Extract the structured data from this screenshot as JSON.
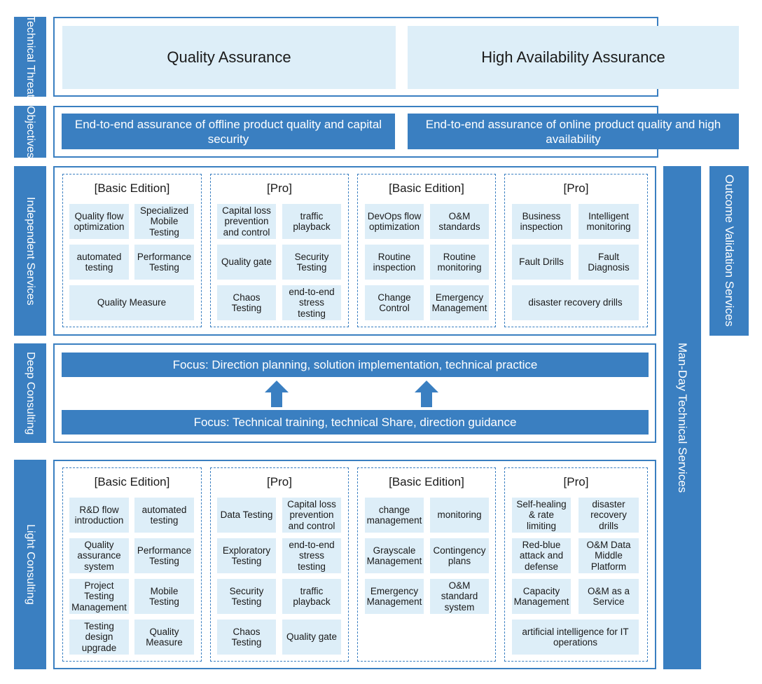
{
  "rows": {
    "technical_threat": "Technical Threat",
    "objectives": "Objectives",
    "independent_services": "Independent Services",
    "deep_consulting": "Deep Consulting",
    "light_consulting": "Light Consulting"
  },
  "right_labels": {
    "man_day": "Man-Day Technical Services",
    "outcome": "Outcome Validation Services"
  },
  "threats": [
    "Quality Assurance",
    "High Availability Assurance"
  ],
  "objectives": [
    "End-to-end assurance of offline product quality and capital security",
    "End-to-end assurance of online product quality and high availability"
  ],
  "independent": [
    {
      "title": "[Basic Edition]",
      "cells": [
        "Quality flow optimization",
        "Specialized Mobile Testing",
        "automated testing",
        "Performance Testing",
        "Quality Measure"
      ]
    },
    {
      "title": "[Pro]",
      "cells": [
        "Capital loss prevention and control",
        "traffic playback",
        "Quality gate",
        "Security Testing",
        "Chaos Testing",
        "end-to-end stress testing"
      ]
    },
    {
      "title": "[Basic Edition]",
      "cells": [
        "DevOps flow optimization",
        "O&M standards",
        "Routine inspection",
        "Routine monitoring",
        "Change Control",
        "Emergency Management"
      ]
    },
    {
      "title": "[Pro]",
      "cells": [
        "Business inspection",
        "Intelligent monitoring",
        "Fault Drills",
        "Fault Diagnosis",
        "disaster recovery drills"
      ]
    }
  ],
  "deep": {
    "focus_top": "Focus: Direction planning, solution implementation, technical practice",
    "focus_bottom": "Focus: Technical training, technical Share, direction guidance"
  },
  "light": [
    {
      "title": "[Basic Edition]",
      "cells": [
        "R&D flow introduction",
        "automated testing",
        "Quality assurance system",
        "Performance Testing",
        "Project Testing Management",
        "Mobile Testing",
        "Testing design upgrade",
        "Quality Measure"
      ]
    },
    {
      "title": "[Pro]",
      "cells": [
        "Data Testing",
        "Capital loss prevention and control",
        "Exploratory Testing",
        "end-to-end stress testing",
        "Security Testing",
        "traffic playback",
        "Chaos Testing",
        "Quality gate"
      ]
    },
    {
      "title": "[Basic Edition]",
      "cells": [
        "change management",
        "monitoring",
        "Grayscale Management",
        "Contingency plans",
        "Emergency Management",
        "O&M standard system"
      ]
    },
    {
      "title": "[Pro]",
      "cells": [
        "Self-healing & rate limiting",
        "disaster recovery drills",
        "Red-blue attack and defense",
        "O&M Data Middle Platform",
        "Capacity Management",
        "O&M as a Service",
        "artificial intelligence for IT operations"
      ]
    }
  ]
}
